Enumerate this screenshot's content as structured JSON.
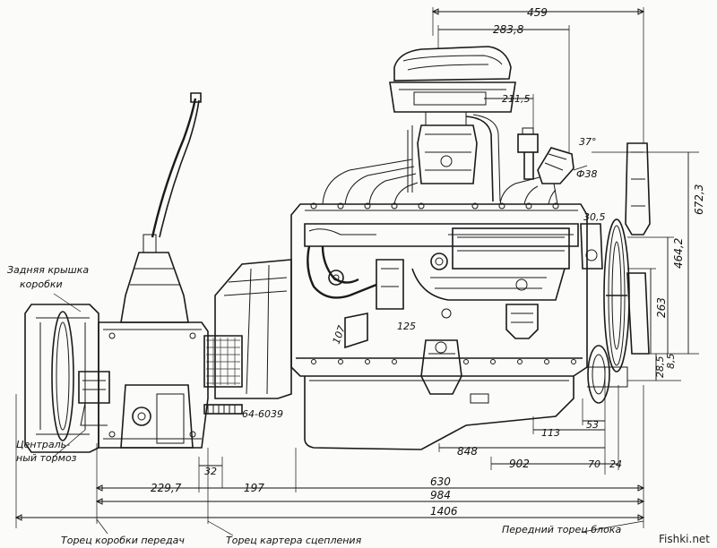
{
  "watermark": "Fishki.net",
  "labels": {
    "rear_cover_1": "Задняя крышка",
    "rear_cover_2": "коробки",
    "brake_1": "Централь-",
    "brake_2": "ный тормоз",
    "gearbox_end": "Торец коробки передач",
    "clutch_end": "Торец картера сцепления",
    "front_end": "Передний торец блока",
    "part_number": "64-6039"
  },
  "dimensions": {
    "d459": "459",
    "d2838": "283,8",
    "d2115": "211,5",
    "d37": "37°",
    "d38": "Ф38",
    "d305": "30,5",
    "d6723": "672,3",
    "d4642": "464,2",
    "d263": "263",
    "d285": "28,5",
    "d85": "8,5",
    "d125": "125",
    "d107": "107",
    "d113": "113",
    "d53": "53",
    "d848": "848",
    "d902": "902",
    "d70": "70",
    "d24": "24",
    "d32": "32",
    "d2297": "229,7",
    "d197": "197",
    "d630": "630",
    "d984": "984",
    "d1406": "1406"
  }
}
